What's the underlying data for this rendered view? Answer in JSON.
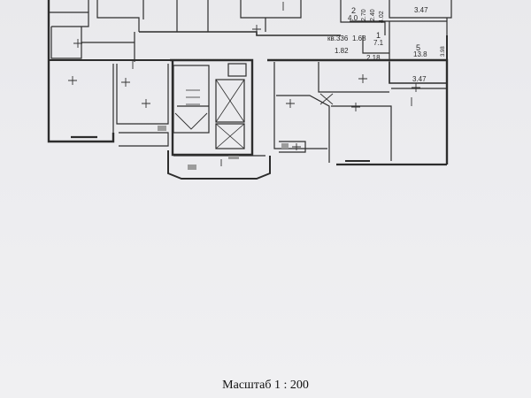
{
  "plan": {
    "room_labels": {
      "r2_num": "2",
      "r2_area": "4.0",
      "r5_num": "5",
      "r5_area": "13.8",
      "apt": "кв.336",
      "r1_num": "1",
      "r1_area": "7.1"
    },
    "dimensions": {
      "d347_top": "3.47",
      "d347_mid": "3.47",
      "d182": "1.82",
      "d168": "1.68",
      "d218": "2.18",
      "d402": "4.02",
      "d398": "3.98",
      "d270": "2.70",
      "d240": "2.40"
    }
  },
  "footer": {
    "scale_label": "Масштаб 1 : 200"
  }
}
